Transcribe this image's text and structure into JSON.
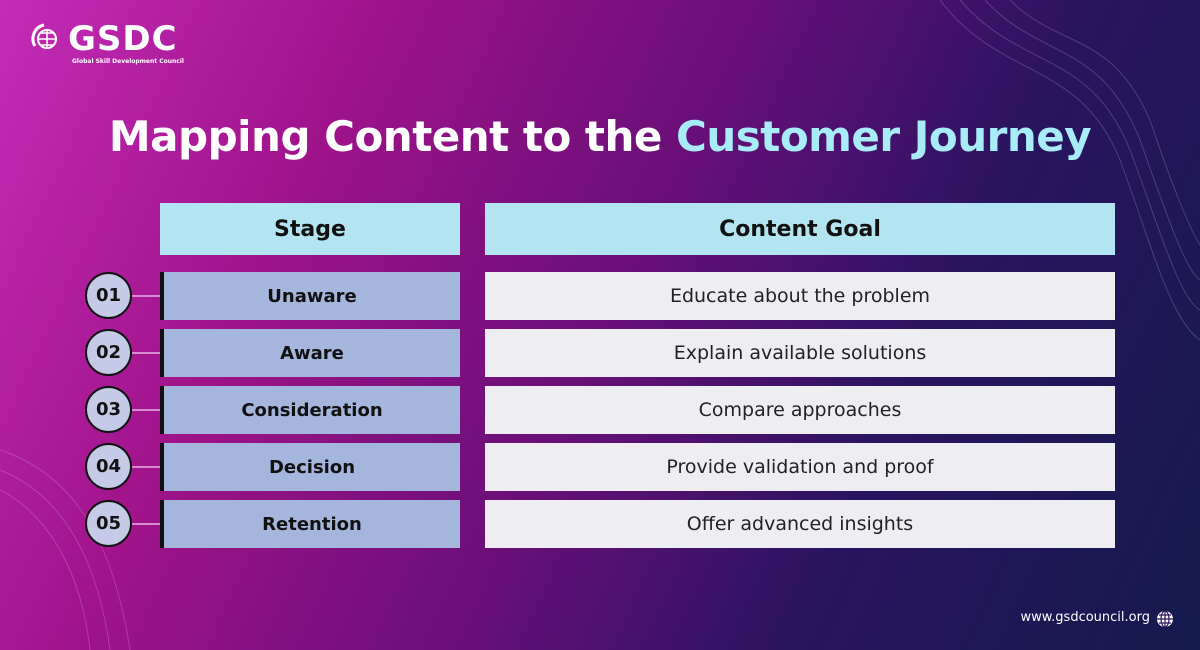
{
  "logo": {
    "name": "GSDC",
    "subtitle": "Global Skill Development Council"
  },
  "title": {
    "part1": "Mapping Content to the ",
    "part2": "Customer Journey"
  },
  "table": {
    "headers": {
      "stage": "Stage",
      "goal": "Content Goal"
    },
    "rows": [
      {
        "num": "01",
        "stage": "Unaware",
        "goal": "Educate about the problem"
      },
      {
        "num": "02",
        "stage": "Aware",
        "goal": "Explain available solutions"
      },
      {
        "num": "03",
        "stage": "Consideration",
        "goal": "Compare approaches"
      },
      {
        "num": "04",
        "stage": "Decision",
        "goal": "Provide validation and proof"
      },
      {
        "num": "05",
        "stage": "Retention",
        "goal": "Offer advanced insights"
      }
    ]
  },
  "footer": {
    "url": "www.gsdcouncil.org",
    "icon": "globe-icon"
  }
}
